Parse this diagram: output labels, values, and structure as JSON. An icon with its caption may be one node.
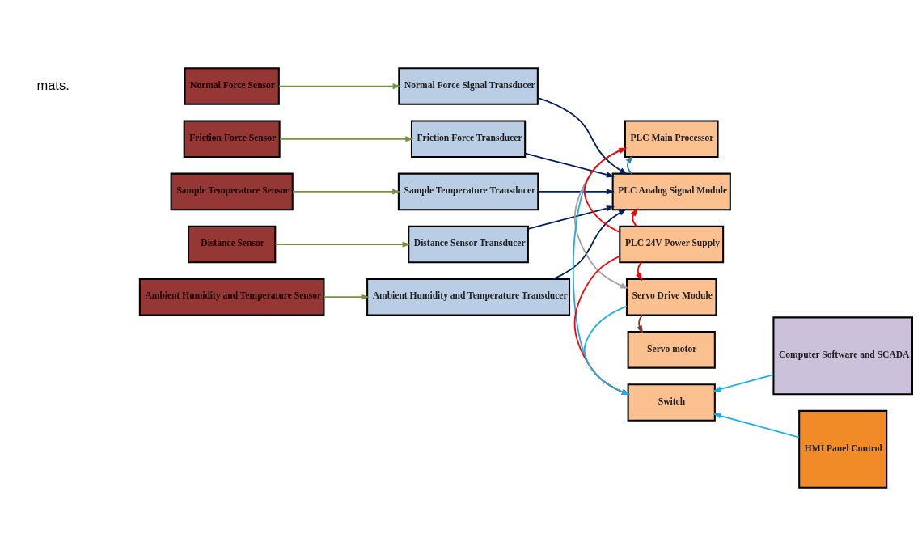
{
  "diagram": {
    "nodes": [
      {
        "text": [
          "Normal Force Sensor"
        ]
      },
      {
        "text": [
          "Friction Force Sensor"
        ]
      },
      {
        "text": [
          "Sample Temperature Sensor"
        ]
      },
      {
        "text": [
          "Distance Sensor"
        ]
      },
      {
        "text": [
          "Ambient Humidity and Temperature Sensor"
        ]
      },
      {
        "text": [
          "Normal Force Signal Transducer"
        ]
      },
      {
        "text": [
          "Friction Force Transducer"
        ]
      },
      {
        "text": [
          "Sample Temperature Transducer"
        ]
      },
      {
        "text": [
          "Distance Sensor Transducer"
        ]
      },
      {
        "text": [
          "Ambient Humidity and Temperature Transducer"
        ]
      },
      {
        "text": [
          "PLC Main Processor"
        ]
      },
      {
        "text": [
          "PLC Analog Signal Module"
        ]
      },
      {
        "text": [
          "PLC 24V Power Supply"
        ]
      },
      {
        "text": [
          "Servo Drive Module"
        ]
      },
      {
        "text": [
          "Servo motor"
        ]
      },
      {
        "text": [
          "Switch"
        ]
      },
      {
        "text": [
          "Computer Software and SCADA"
        ]
      },
      {
        "text": [
          "HMI Panel Control"
        ]
      }
    ],
    "edges": [
      {
        "from": 0,
        "to": 5,
        "arrow": "to",
        "color": "#77933c"
      },
      {
        "from": 1,
        "to": 6,
        "arrow": "to",
        "color": "#77933c"
      },
      {
        "from": 2,
        "to": 7,
        "arrow": "to",
        "color": "#77933c"
      },
      {
        "from": 3,
        "to": 8,
        "arrow": "to",
        "color": "#77933c"
      },
      {
        "from": 4,
        "to": 9,
        "arrow": "to",
        "color": "#77933c"
      },
      {
        "from": 5,
        "to": 11,
        "arrow": "to",
        "color": "#002060"
      },
      {
        "from": 6,
        "to": 11,
        "arrow": "to",
        "color": "#002060"
      },
      {
        "from": 7,
        "to": 11,
        "arrow": "to",
        "color": "#002060"
      },
      {
        "from": 8,
        "to": 11,
        "arrow": "to",
        "color": "#002060"
      },
      {
        "from": 9,
        "to": 11,
        "arrow": "to",
        "color": "#002060"
      },
      {
        "from": 11,
        "to": 10,
        "arrow": "to",
        "color": "#31859c"
      },
      {
        "from": 12,
        "to": 10,
        "arrow": "to",
        "color": "#ff0000"
      },
      {
        "from": 12,
        "to": 11,
        "arrow": "to",
        "color": "#ff0000"
      },
      {
        "from": 12,
        "to": 13,
        "arrow": "to",
        "color": "#ff0000"
      },
      {
        "from": 12,
        "to": 15,
        "arrow": "to",
        "color": "#ff0000"
      },
      {
        "from": 10,
        "to": 13,
        "arrow": "to",
        "color": "#a0a0a0"
      },
      {
        "from": 13,
        "to": 14,
        "arrow": "to",
        "color": "#7f3f30"
      },
      {
        "from": 13,
        "to": 15,
        "arrow": "to",
        "color": "#1cb0ea"
      },
      {
        "from": 10,
        "to": 15,
        "arrow": "to",
        "color": "#1cb0ea"
      },
      {
        "from": 16,
        "to": 15,
        "arrow": "to",
        "color": "#1cb0ea"
      },
      {
        "from": 17,
        "to": 15,
        "arrow": "to",
        "color": "#1cb0ea"
      }
    ],
    "labels": [
      "mats."
    ]
  }
}
